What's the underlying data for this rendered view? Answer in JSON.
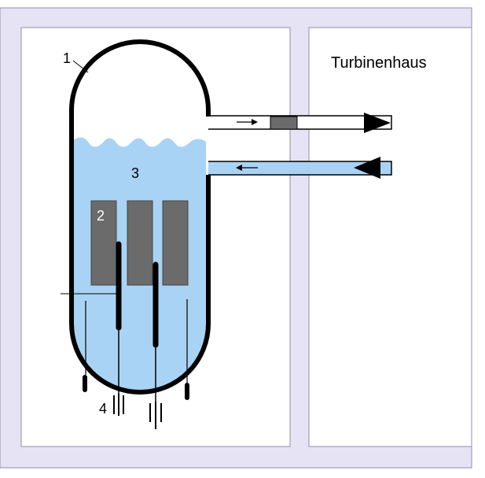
{
  "labels": {
    "vessel": "1",
    "core": "2",
    "water": "3",
    "control_rods": "4",
    "turbine_hall": "Turbinenhaus"
  },
  "colors": {
    "frame": "#e6e3f5",
    "water": "#a9d3f5",
    "core": "#6b6b6b",
    "outline": "#000000"
  }
}
